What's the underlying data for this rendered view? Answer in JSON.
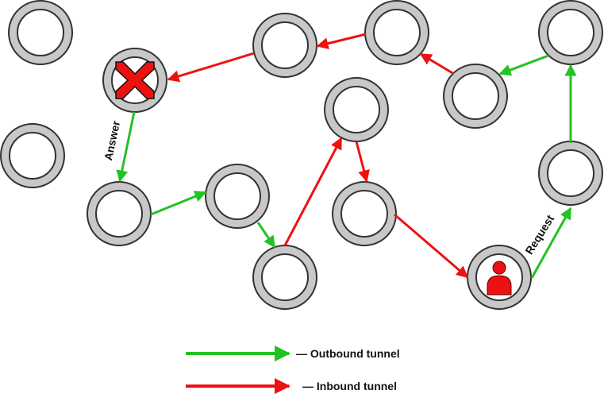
{
  "colors": {
    "outbound": "#22c222",
    "inbound": "#ee1111",
    "node_ring": "#c8c8c8",
    "node_stroke": "#333333",
    "marker_red": "#ee1111"
  },
  "labels": {
    "answer": "Answer",
    "request": "Request"
  },
  "legend": {
    "outbound": "— Outbound tunnel",
    "inbound": "— Inbound tunnel"
  },
  "icons": {
    "destination": "x-mark-icon",
    "source": "person-icon"
  }
}
